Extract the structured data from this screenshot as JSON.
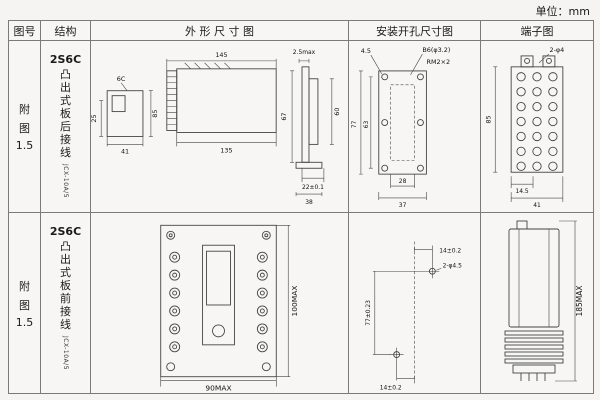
{
  "unit_label": "单位：mm",
  "colors": {
    "paper": "#f5f4f2",
    "line": "#444444",
    "border": "#7a7a7a",
    "text": "#1a1a1a"
  },
  "headers": {
    "fig": "图号",
    "structure": "结构",
    "outline": "外 形 尺 寸 图",
    "mounting": "安装开孔尺寸图",
    "terminal": "端子图"
  },
  "rows": [
    {
      "fig_lines": [
        "附",
        "图",
        "1.5"
      ],
      "structure_title": "2S6C",
      "structure_chars": [
        "凸",
        "出",
        "式",
        "板",
        "后",
        "接",
        "线"
      ],
      "model": "JCX-10A/5",
      "outline": {
        "label_6c": "6C",
        "dim_25": "25",
        "dim_41": "41",
        "dim_85": "85",
        "dim_145": "145",
        "dim_135": "135",
        "dim_2_5max": "2.5max",
        "dim_67": "67",
        "dim_60": "60",
        "dim_22": "22±0.1",
        "dim_38": "38"
      },
      "mounting": {
        "dim_4_5": "4.5",
        "label_b6": "B6(φ3.2)",
        "label_rm": "RM2×2",
        "dim_77": "77",
        "dim_63": "63",
        "dim_28": "28",
        "dim_37": "37"
      },
      "terminal": {
        "label_2phi4": "2-φ4",
        "dim_85": "85",
        "dim_14_5": "14.5",
        "dim_41": "41"
      }
    },
    {
      "fig_lines": [
        "附",
        "图",
        "1.5"
      ],
      "structure_title": "2S6C",
      "structure_chars": [
        "凸",
        "出",
        "式",
        "板",
        "前",
        "接",
        "线"
      ],
      "model": "JCX-10A/5",
      "outline": {
        "dim_90max": "90MAX",
        "dim_100max": "100MAX"
      },
      "mounting": {
        "dim_14_top": "14±0.2",
        "label_2phi45": "2-φ4.5",
        "dim_77": "77±0.23",
        "dim_14_bot": "14±0.2"
      },
      "terminal": {
        "dim_185max": "185MAX"
      }
    }
  ]
}
